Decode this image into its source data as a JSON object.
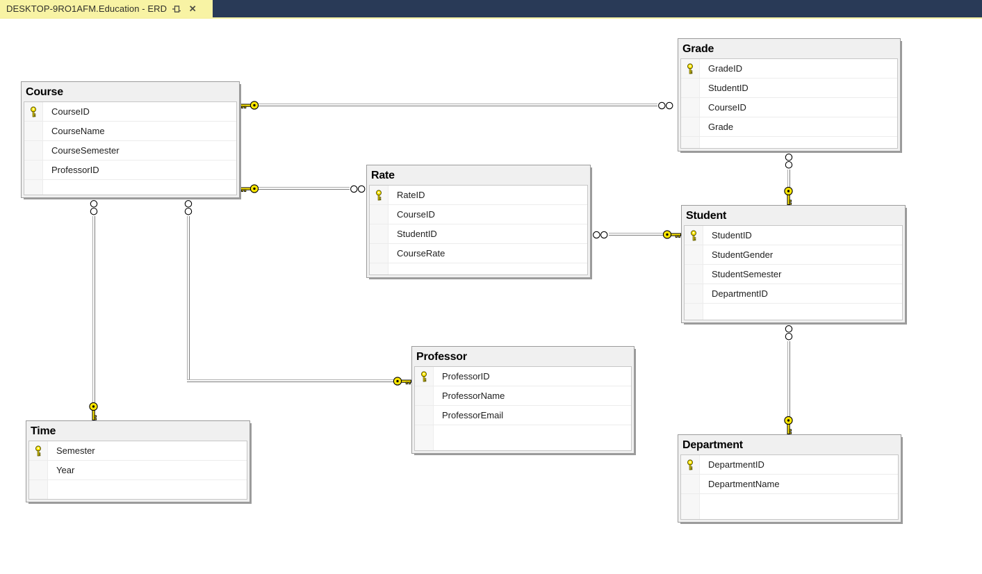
{
  "window": {
    "tab": {
      "title": "DESKTOP-9RO1AFM.Education - ERD",
      "pin_icon": "pushpin",
      "close_icon": "close-x"
    }
  },
  "colors": {
    "tab_bar_bg": "#293a57",
    "tab_active_bg": "#f8f3a4",
    "canvas_bg": "#ffffff",
    "table_header_bg": "#f0f0f0",
    "table_border": "#9b9b9b",
    "connector_gray": "#7d7d7d",
    "primary_key_yellow": "#ffe800"
  },
  "diagram": {
    "tables": [
      {
        "name": "Course",
        "columns": [
          {
            "name": "CourseID",
            "pk": true
          },
          {
            "name": "CourseName",
            "pk": false
          },
          {
            "name": "CourseSemester",
            "pk": false
          },
          {
            "name": "ProfessorID",
            "pk": false
          }
        ]
      },
      {
        "name": "Grade",
        "columns": [
          {
            "name": "GradeID",
            "pk": true
          },
          {
            "name": "StudentID",
            "pk": false
          },
          {
            "name": "CourseID",
            "pk": false
          },
          {
            "name": "Grade",
            "pk": false
          }
        ]
      },
      {
        "name": "Rate",
        "columns": [
          {
            "name": "RateID",
            "pk": true
          },
          {
            "name": "CourseID",
            "pk": false
          },
          {
            "name": "StudentID",
            "pk": false
          },
          {
            "name": "CourseRate",
            "pk": false
          }
        ]
      },
      {
        "name": "Student",
        "columns": [
          {
            "name": "StudentID",
            "pk": true
          },
          {
            "name": "StudentGender",
            "pk": false
          },
          {
            "name": "StudentSemester",
            "pk": false
          },
          {
            "name": "DepartmentID",
            "pk": false
          }
        ]
      },
      {
        "name": "Professor",
        "columns": [
          {
            "name": "ProfessorID",
            "pk": true
          },
          {
            "name": "ProfessorName",
            "pk": false
          },
          {
            "name": "ProfessorEmail",
            "pk": false
          }
        ]
      },
      {
        "name": "Time",
        "columns": [
          {
            "name": "Semester",
            "pk": true
          },
          {
            "name": "Year",
            "pk": false
          }
        ]
      },
      {
        "name": "Department",
        "columns": [
          {
            "name": "DepartmentID",
            "pk": true
          },
          {
            "name": "DepartmentName",
            "pk": false
          }
        ]
      }
    ],
    "relationships": [
      {
        "one": "Course",
        "many": "Grade"
      },
      {
        "one": "Course",
        "many": "Rate"
      },
      {
        "one": "Student",
        "many": "Rate"
      },
      {
        "one": "Student",
        "many": "Grade"
      },
      {
        "one": "Time",
        "many": "Course"
      },
      {
        "one": "Professor",
        "many": "Course"
      },
      {
        "one": "Department",
        "many": "Student"
      }
    ]
  }
}
